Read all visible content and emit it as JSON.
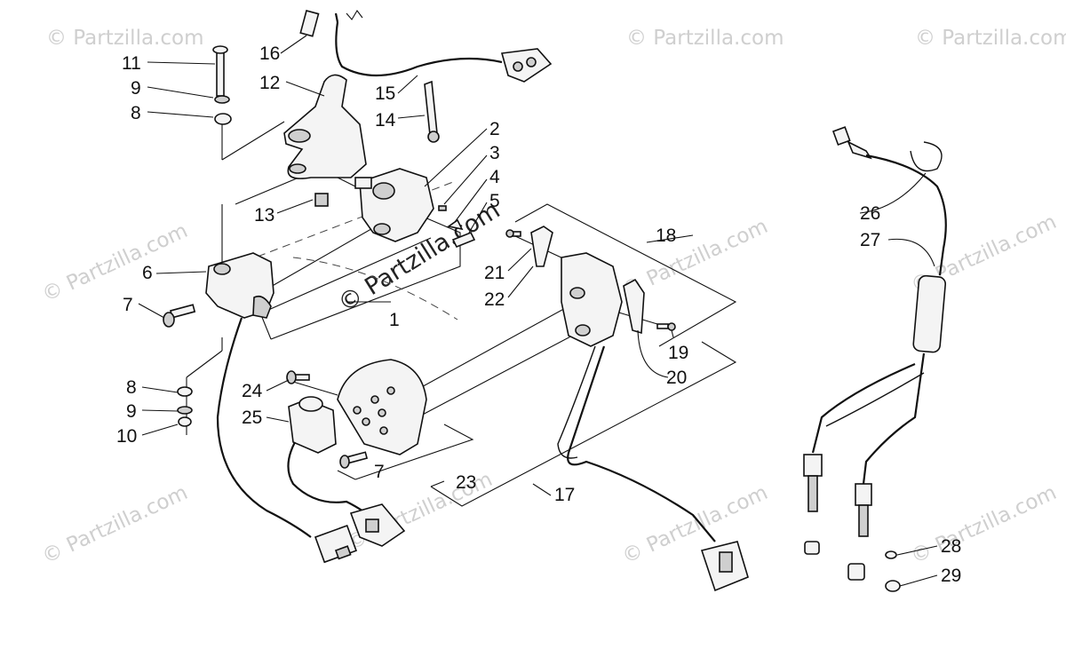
{
  "watermarks": {
    "corner": "© Partzilla.com",
    "center": "© Partzilla.com"
  },
  "callouts": [
    "1",
    "2",
    "3",
    "4",
    "5",
    "6",
    "7",
    "8",
    "9",
    "10",
    "11",
    "12",
    "13",
    "14",
    "15",
    "16",
    "17",
    "18",
    "19",
    "20",
    "21",
    "22",
    "23",
    "24",
    "25",
    "26",
    "27",
    "28",
    "29"
  ],
  "callouts_repeat": {
    "7b": "7",
    "8b": "8",
    "9b": "9"
  }
}
